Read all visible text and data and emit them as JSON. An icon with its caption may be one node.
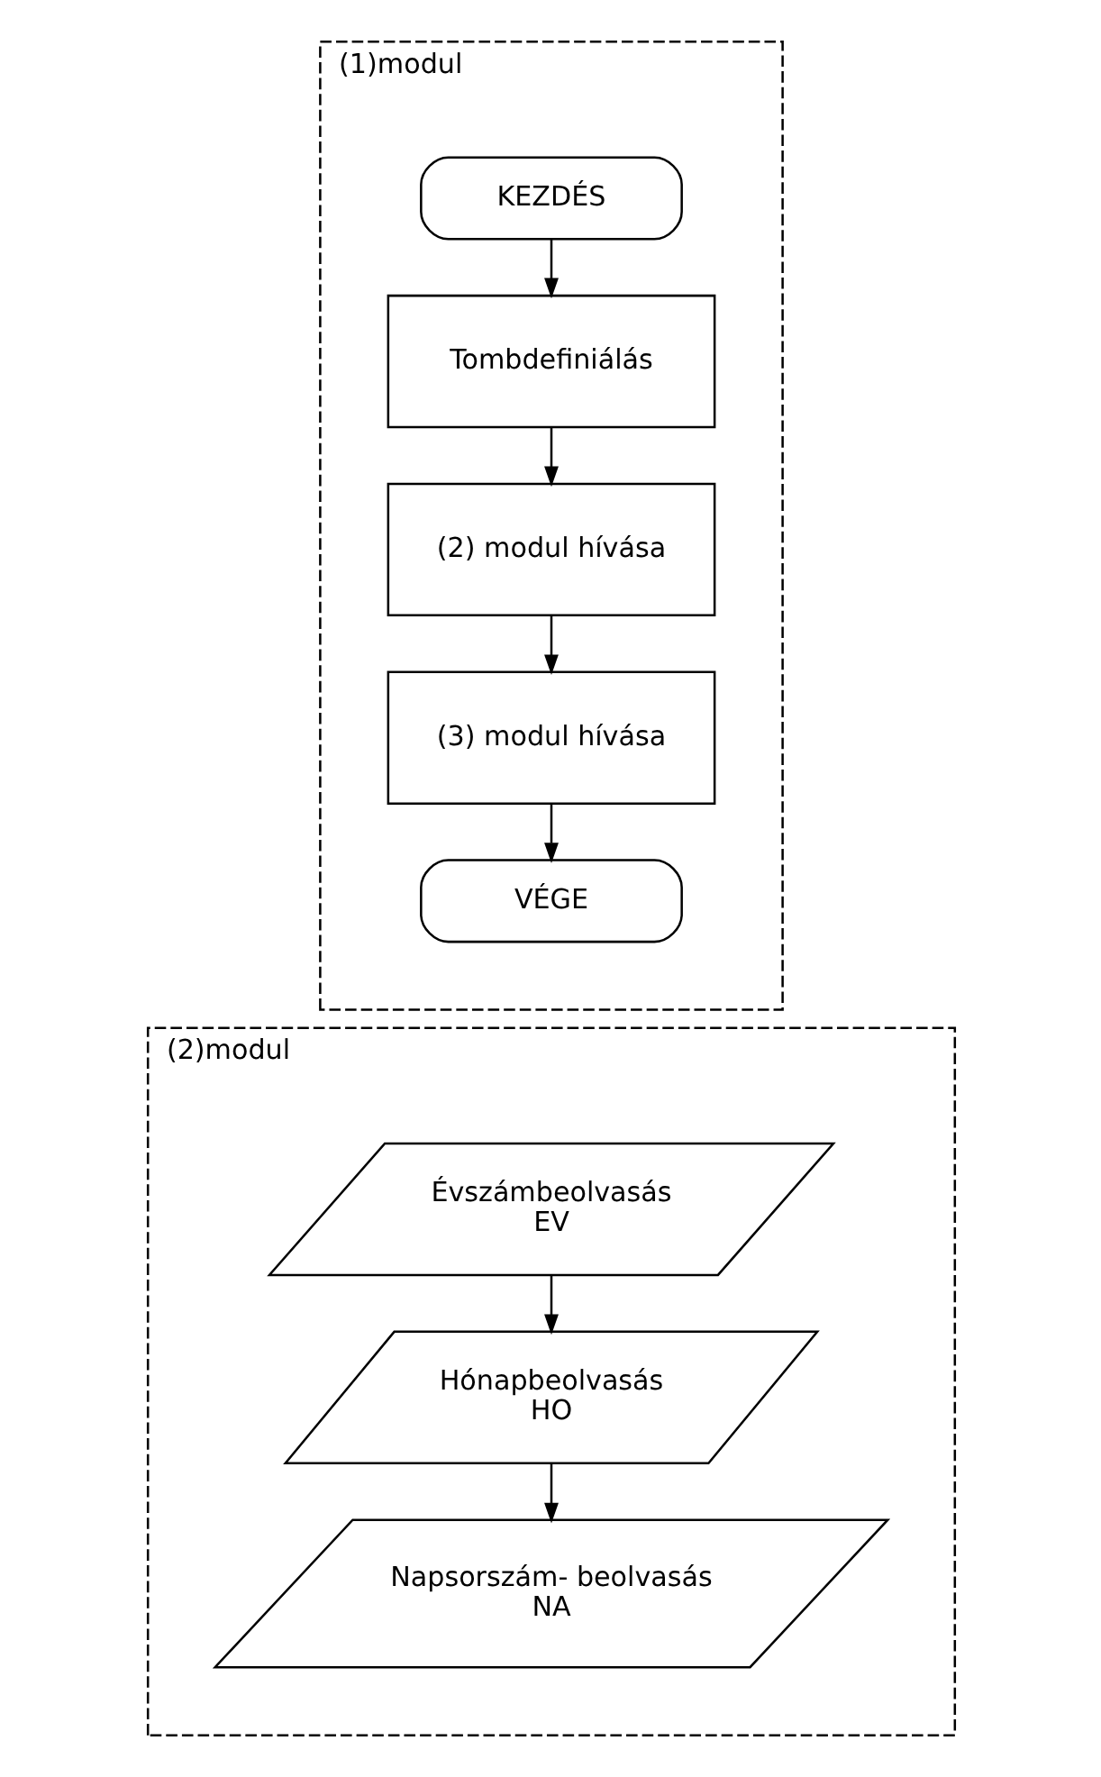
{
  "diagram": {
    "nodes": [
      {
        "text": [
          "(1)modul"
        ]
      },
      {
        "text": [
          "KEZDÉS"
        ],
        "in": 0
      },
      {
        "text": [
          "Tombdefiniálás"
        ],
        "in": 0
      },
      {
        "text": [
          "(2) modul hívása"
        ],
        "in": 0
      },
      {
        "text": [
          "(3) modul hívása"
        ],
        "in": 0
      },
      {
        "text": [
          "VÉGE"
        ],
        "in": 0
      },
      {
        "text": [
          "(2)modul"
        ]
      },
      {
        "text": [
          "Évszámbeolvasás",
          "EV"
        ],
        "in": 6
      },
      {
        "text": [
          "Hónapbeolvasás",
          "HO"
        ],
        "in": 6
      },
      {
        "text": [
          "Napsorszám- beolvasás",
          "NA"
        ],
        "in": 6
      }
    ],
    "edges": [
      {
        "from": 1,
        "to": 2,
        "arrow": "to"
      },
      {
        "from": 2,
        "to": 3,
        "arrow": "to"
      },
      {
        "from": 3,
        "to": 4,
        "arrow": "to"
      },
      {
        "from": 4,
        "to": 5,
        "arrow": "to"
      },
      {
        "from": 7,
        "to": 8,
        "arrow": "to"
      },
      {
        "from": 8,
        "to": 9,
        "arrow": "to"
      }
    ]
  }
}
